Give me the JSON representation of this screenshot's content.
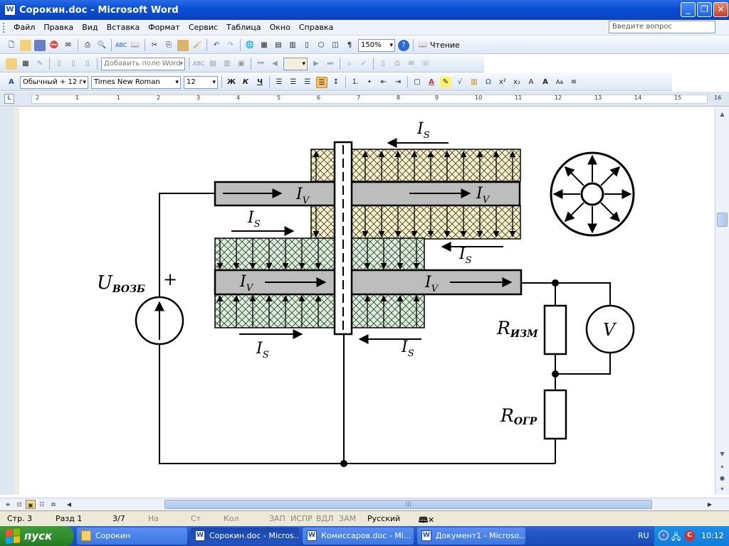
{
  "window": {
    "title": "Сорокин.doc - Microsoft Word",
    "app_icon": "word-doc-icon"
  },
  "window_controls": [
    "minimize",
    "maximize",
    "close"
  ],
  "menu": {
    "items": [
      "Файл",
      "Правка",
      "Вид",
      "Вставка",
      "Формат",
      "Сервис",
      "Таблица",
      "Окно",
      "Справка"
    ],
    "help_placeholder": "Введите вопрос"
  },
  "toolbar_standard": {
    "zoom": "150%",
    "reading_label": "Чтение"
  },
  "toolbar_reviewing": {
    "add_field_label": "Добавить поле Word"
  },
  "toolbar_formatting": {
    "style": "Обычный + 12 г",
    "font": "Times New Roman",
    "size": "12",
    "bold": "Ж",
    "italic": "К",
    "underline": "Ч"
  },
  "ruler": {
    "numbers": [
      "2",
      "1",
      "1",
      "2",
      "3",
      "4",
      "5",
      "6",
      "7",
      "8",
      "9",
      "10",
      "11",
      "12",
      "13",
      "14",
      "15",
      "16"
    ]
  },
  "diagram": {
    "labels": {
      "is": "I",
      "is_sub": "S",
      "iv": "I",
      "iv_sub": "V",
      "u_main": "U",
      "u_sub": "ВОЗБ",
      "plus": "+",
      "r1_main": "R",
      "r1_sub": "ИЗМ",
      "r2_main": "R",
      "r2_sub": "ОГР",
      "voltmeter": "V"
    }
  },
  "statusbar": {
    "page": "Стр. 3",
    "section": "Разд 1",
    "pages": "3/7",
    "at": "На",
    "line": "Ст",
    "col": "Кол",
    "rec": "ЗАП",
    "trk": "ИСПР",
    "ext": "ВДЛ",
    "ovr": "ЗАМ",
    "lang": "Русский"
  },
  "taskbar": {
    "start": "пуск",
    "tasks": [
      {
        "label": "Сорокин",
        "icon": "folder-icon"
      },
      {
        "label": "Сорокин.doc - Micros...",
        "icon": "word-doc-icon"
      },
      {
        "label": "Комиссаров.doc - Mi...",
        "icon": "word-doc-icon"
      },
      {
        "label": "Документ1 - Microso...",
        "icon": "word-doc-icon"
      }
    ],
    "lang": "RU",
    "clock": "10:12"
  }
}
